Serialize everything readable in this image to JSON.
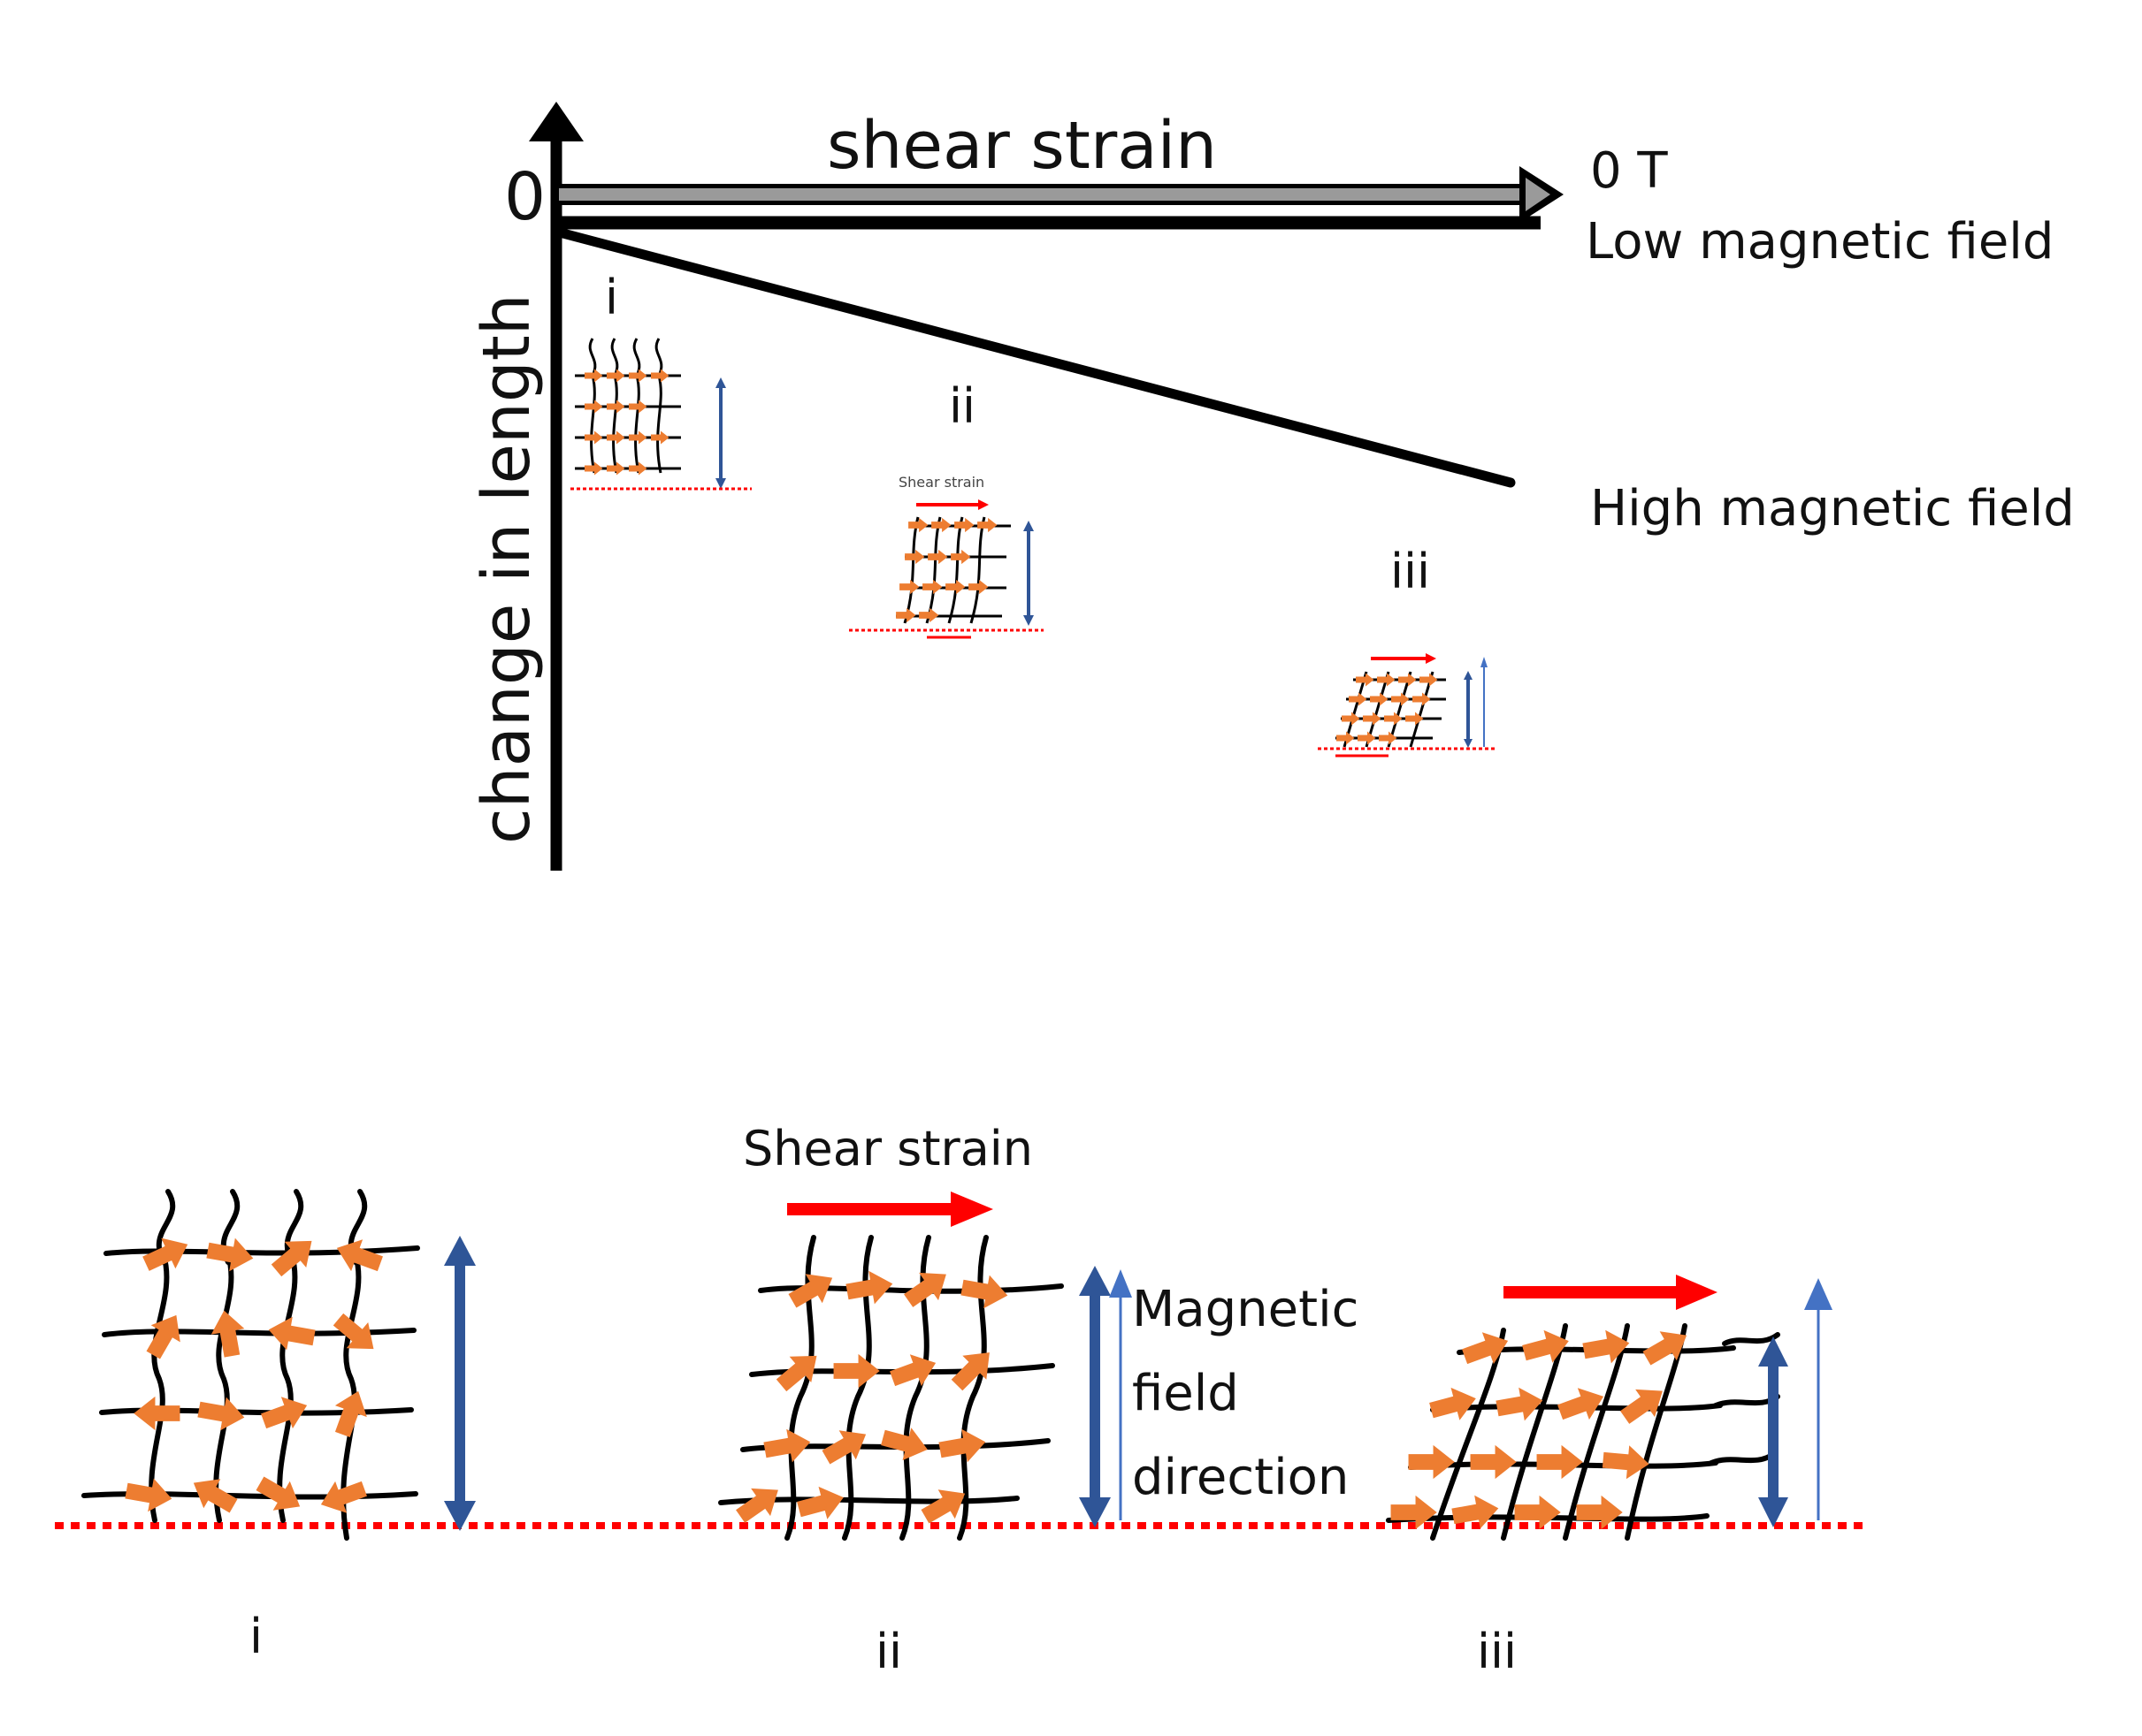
{
  "plot": {
    "y_axis_label": "change in length",
    "x_axis_label": "shear strain",
    "origin_label": "0",
    "lines": [
      {
        "label": "0 T",
        "color": "#888888"
      },
      {
        "label": "Low magnetic field",
        "color": "#000000"
      },
      {
        "label": "High magnetic field",
        "color": "#000000"
      }
    ],
    "point_labels": [
      "i",
      "ii",
      "iii"
    ],
    "thumb_caption": "Shear strain"
  },
  "detail": {
    "shear_label": "Shear strain",
    "field_label_lines": [
      "Magnetic",
      "field",
      "direction"
    ],
    "panel_labels": [
      "i",
      "ii",
      "iii"
    ]
  },
  "colors": {
    "particle": "#ED7D31",
    "strain_arrow": "#FF0000",
    "length_arrow": "#2F5597",
    "field_arrow": "#4472C4",
    "baseline": "#FF0000"
  },
  "icons": [
    "orange-particle-arrow",
    "blue-double-arrow",
    "red-strain-arrow",
    "blue-field-arrow"
  ]
}
